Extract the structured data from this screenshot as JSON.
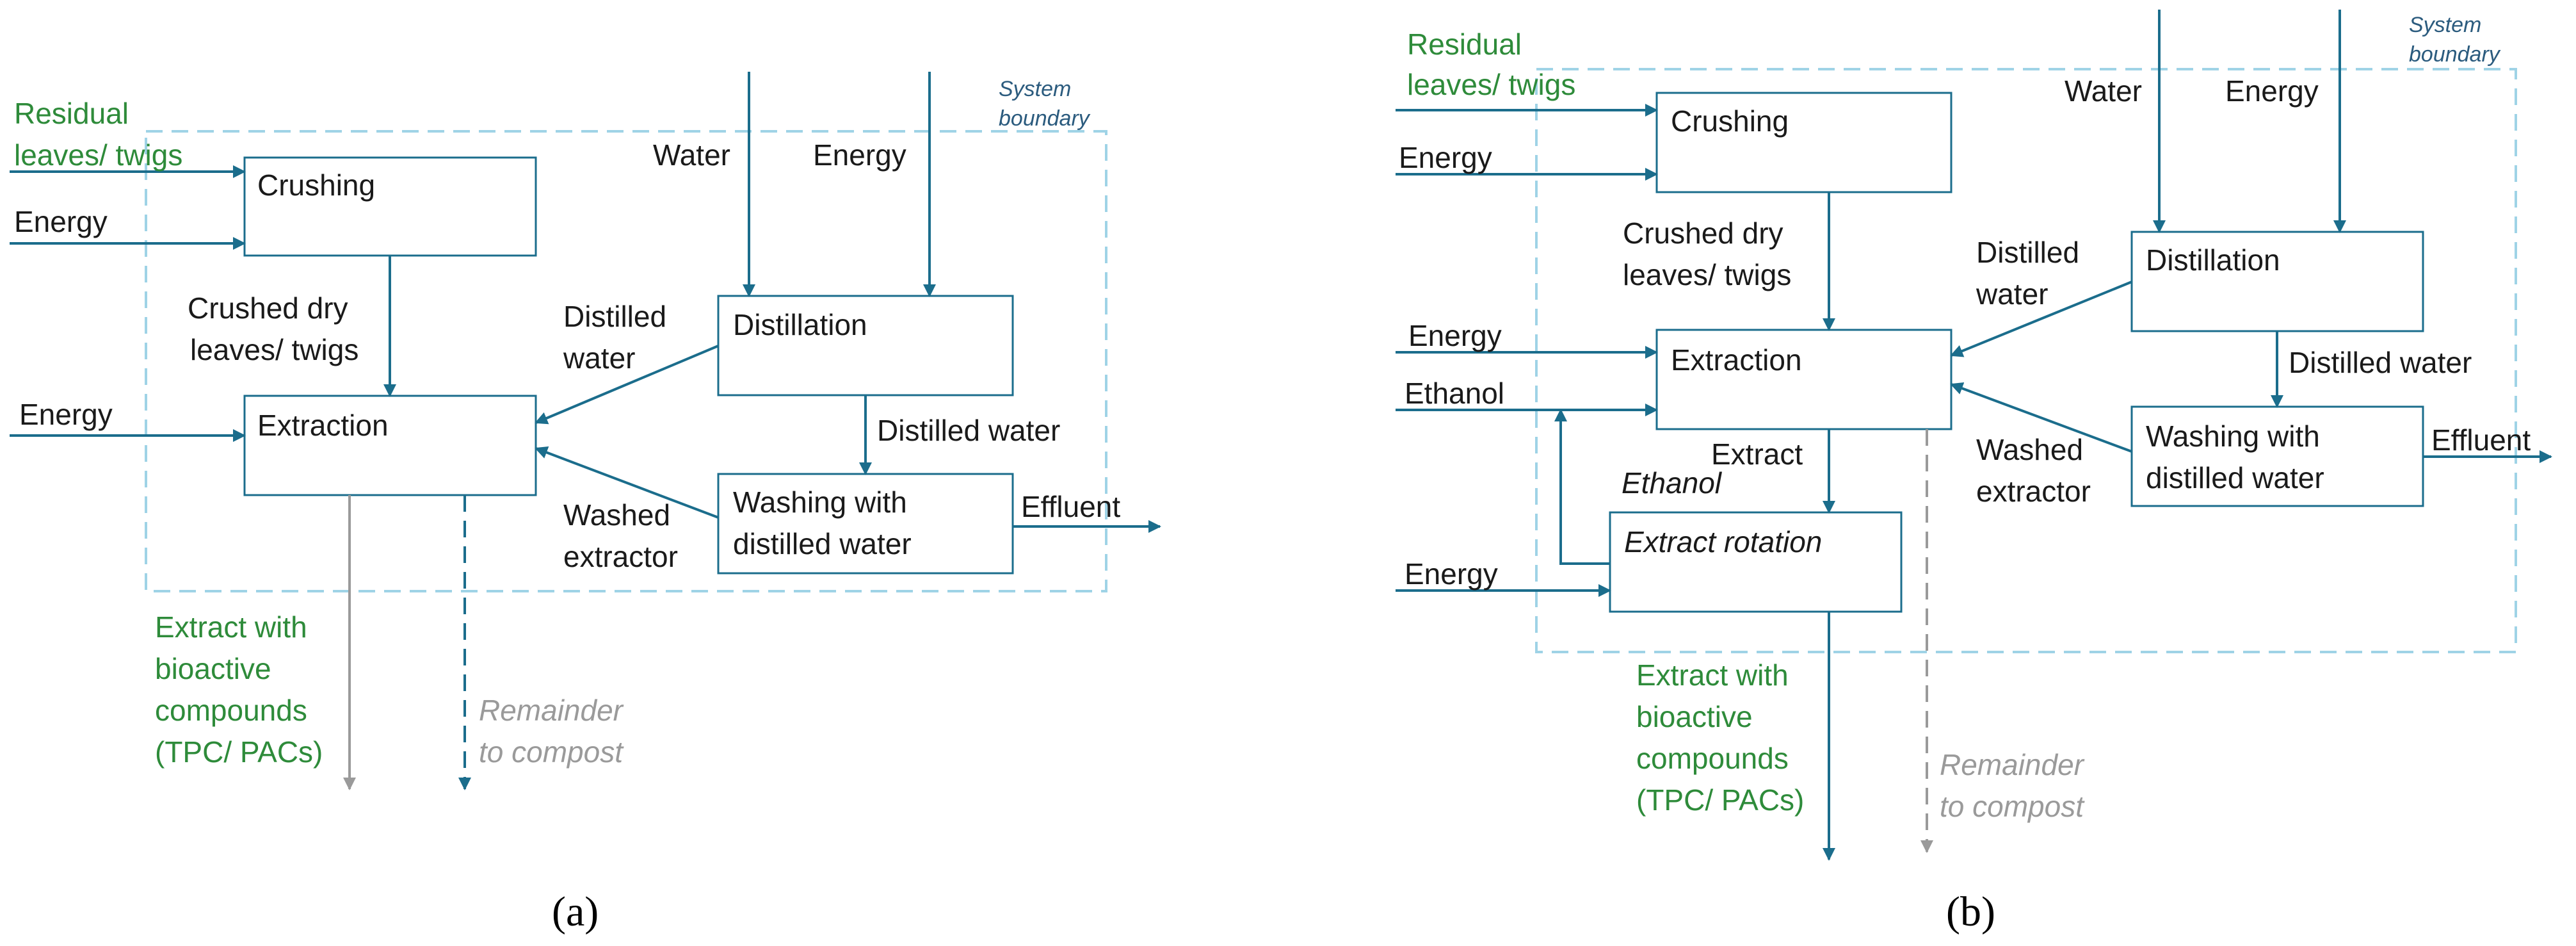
{
  "panel_a": {
    "boundary": "System boundary",
    "crushing": "Crushing",
    "extraction": "Extraction",
    "distillation": "Distillation",
    "washing": [
      "Washing with",
      "distilled water"
    ],
    "residual": [
      "Residual",
      "leaves/ twigs"
    ],
    "energy_crush": "Energy",
    "energy_extract": "Energy",
    "crushed": [
      "Crushed dry",
      "leaves/ twigs"
    ],
    "water": "Water",
    "energy_top": "Energy",
    "distilled_water_in": [
      "Distilled",
      "water"
    ],
    "distilled_water_down": "Distilled water",
    "washed": [
      "Washed",
      "extractor"
    ],
    "effluent": "Effluent",
    "extract_out": [
      "Extract with",
      "bioactive",
      "compounds",
      "(TPC/ PACs)"
    ],
    "remainder": [
      "Remainder",
      "to compost"
    ],
    "caption": "(a)"
  },
  "panel_b": {
    "boundary": "System boundary",
    "crushing": "Crushing",
    "extraction": "Extraction",
    "distillation": "Distillation",
    "washing": [
      "Washing with",
      "distilled water"
    ],
    "rotation": "Extract rotation",
    "residual": [
      "Residual",
      "leaves/ twigs"
    ],
    "energy_crush": "Energy",
    "energy_extract": "Energy",
    "ethanol_in": "Ethanol",
    "energy_rotation": "Energy",
    "crushed": [
      "Crushed dry",
      "leaves/ twigs"
    ],
    "water": "Water",
    "energy_top": "Energy",
    "distilled_water_in": [
      "Distilled",
      "water"
    ],
    "distilled_water_down": "Distilled water",
    "washed": [
      "Washed",
      "extractor"
    ],
    "effluent": "Effluent",
    "extract_label": "Extract",
    "ethanol_recycle": "Ethanol",
    "extract_out": [
      "Extract with",
      "bioactive",
      "compounds",
      "(TPC/ PACs)"
    ],
    "remainder": [
      "Remainder",
      "to compost"
    ],
    "caption": "(b)"
  },
  "colors": {
    "arrow": "#1b6d8c",
    "boundary": "#9fd3e6",
    "product_text": "#2e8b3a",
    "remainder_text": "#9a9a9a"
  }
}
